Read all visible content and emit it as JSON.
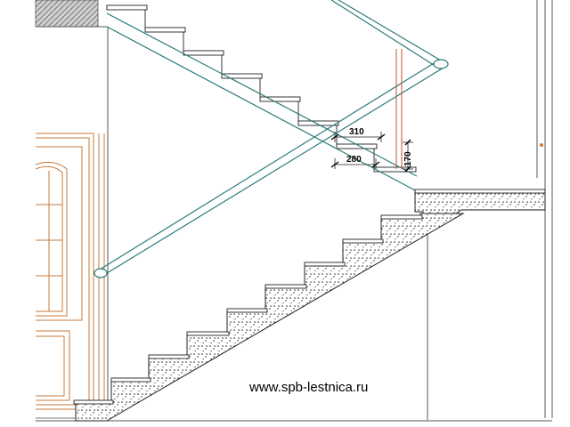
{
  "dimensions": {
    "tread_top": "310",
    "tread_bottom": "280",
    "riser": "170"
  },
  "watermark": {
    "url": "www.spb-lestnica.ru"
  },
  "colors": {
    "stair_line": "#2a7a7a",
    "wood_trim": "#c97a3a",
    "post": "#c8522a",
    "concrete_fill": "#f4f4f4",
    "wall_hatch": "#9a9a9a",
    "outline": "#000000"
  },
  "icons": {
    "dimension_arrow": "dimension-arrow-icon"
  }
}
